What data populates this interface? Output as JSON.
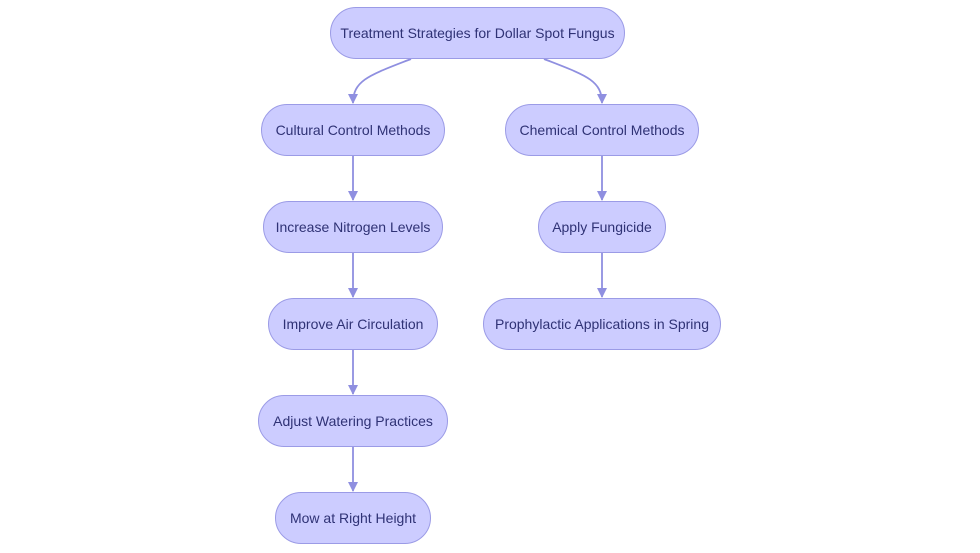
{
  "diagram": {
    "root": "Treatment Strategies for Dollar Spot Fungus",
    "cultural": {
      "title": "Cultural Control Methods",
      "steps": [
        "Increase Nitrogen Levels",
        "Improve Air Circulation",
        "Adjust Watering Practices",
        "Mow at Right Height"
      ]
    },
    "chemical": {
      "title": "Chemical Control Methods",
      "steps": [
        "Apply Fungicide",
        "Prophylactic Applications in Spring"
      ]
    },
    "colors": {
      "node_fill": "#ccccff",
      "node_border": "#9b9be6",
      "edge": "#8f8fe0",
      "text": "#2f3275"
    }
  }
}
